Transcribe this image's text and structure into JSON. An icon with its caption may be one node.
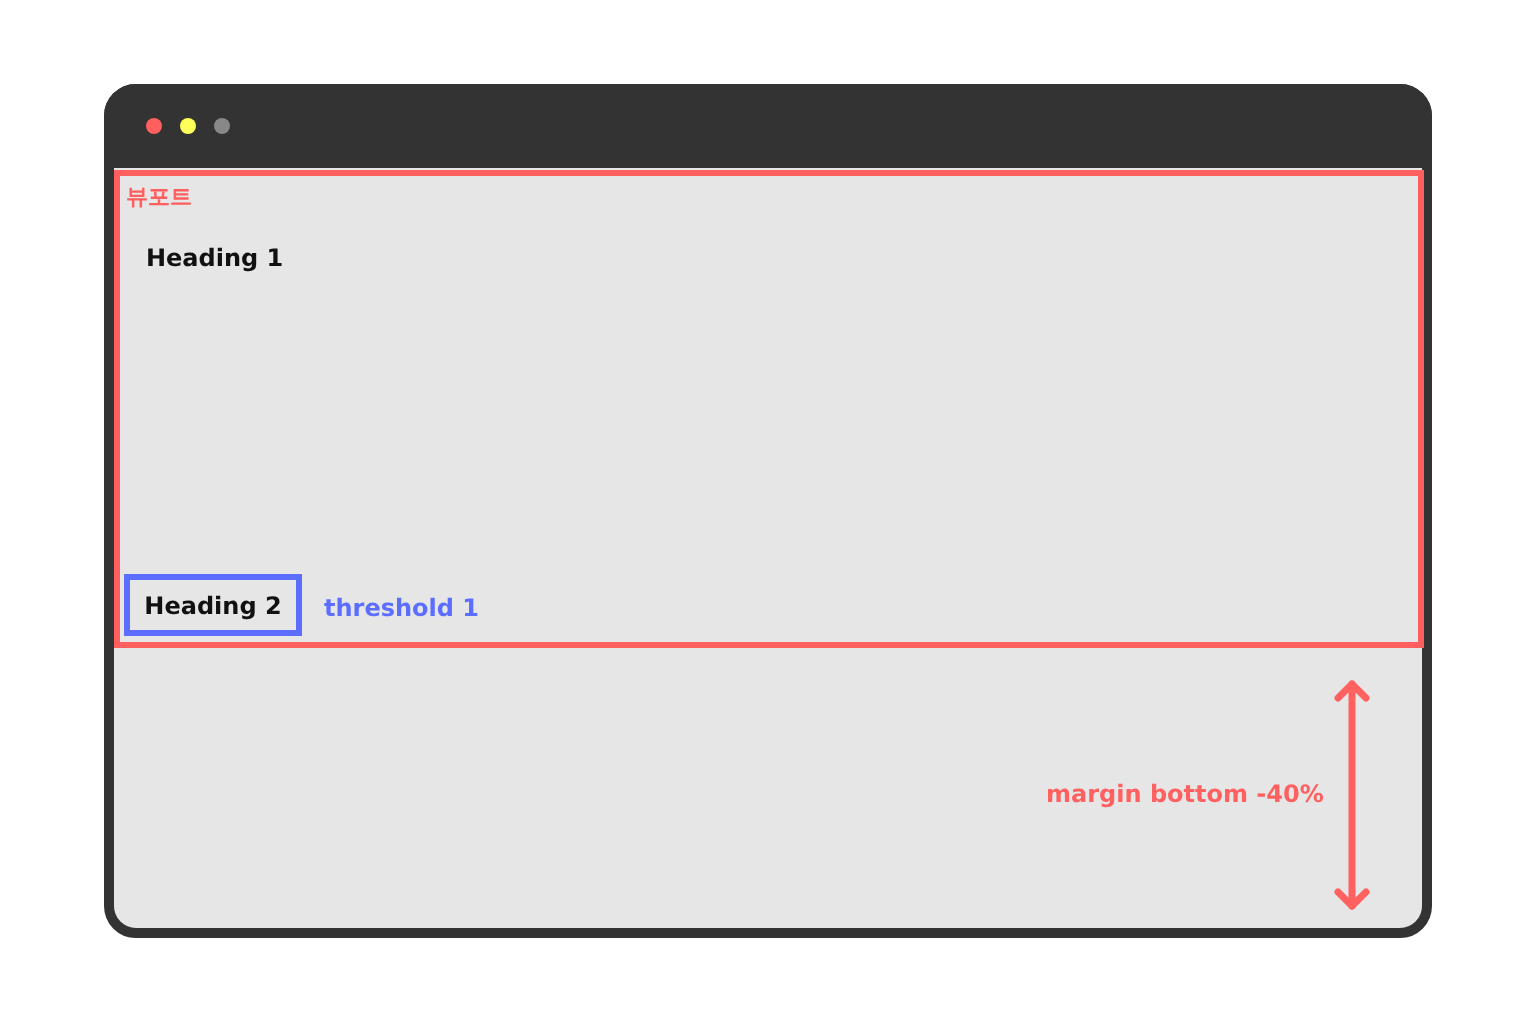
{
  "diagram": {
    "nodes": [
      {
        "text": [
          "뷰포트"
        ]
      },
      {
        "text": [
          "Heading 2"
        ],
        "in": 0,
        "beside": [
          "threshold 1"
        ]
      }
    ],
    "labels": [
      "Heading 1",
      "margin bottom -40%"
    ]
  }
}
